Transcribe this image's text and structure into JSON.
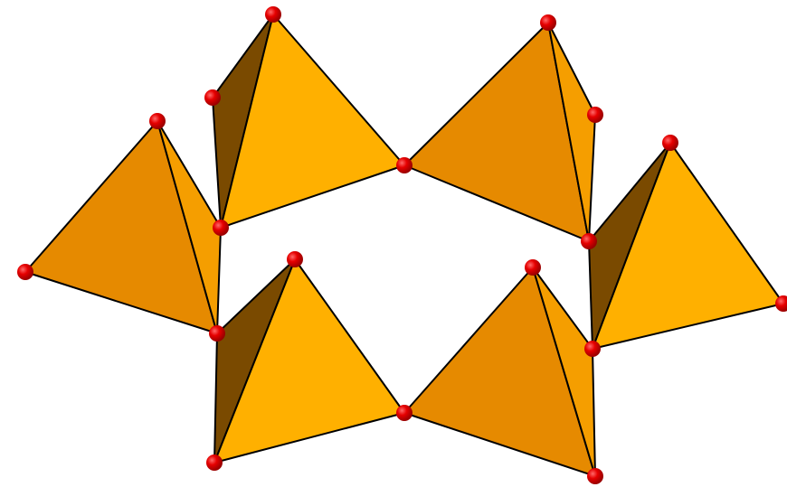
{
  "diagram": {
    "kind": "polyhedral model",
    "polyhedron": "tetrahedron",
    "tetrahedron_count": 6,
    "vertex_atom_color": "#e60000",
    "face_colors": {
      "light": "#ffb000",
      "medium": "#f59e00",
      "mid": "#e68a00",
      "dark": "#7a4a00"
    },
    "background": "#ffffff"
  }
}
